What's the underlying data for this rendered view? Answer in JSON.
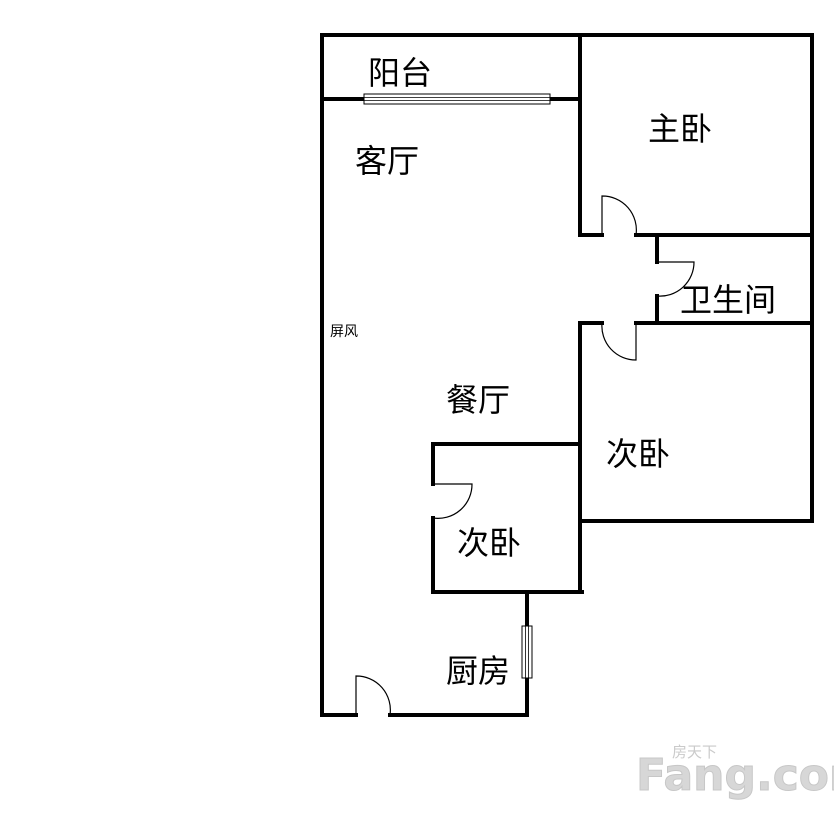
{
  "rooms": {
    "balcony": "阳台",
    "living_room": "客厅",
    "master_bedroom": "主卧",
    "bathroom": "卫生间",
    "screen": "屏风",
    "dining_room": "餐厅",
    "second_bedroom_right": "次卧",
    "second_bedroom_left": "次卧",
    "kitchen": "厨房"
  },
  "watermark": {
    "site": "Fang.com",
    "tagline": "房天下"
  }
}
